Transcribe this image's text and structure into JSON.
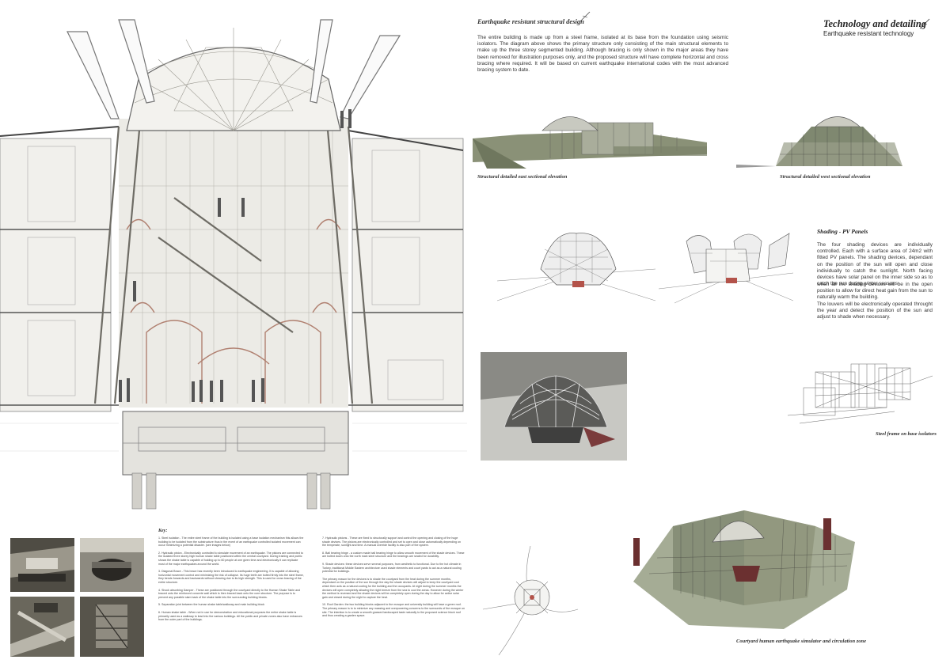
{
  "header": {
    "title": "Technology and detailing",
    "subtitle": "Earthquake resistant technology"
  },
  "structural": {
    "heading": "Earthquake resistant structural design",
    "text": "The entire building is made up from a steel frame, isolated at its base from the foundation using seismic isolators. The diagram above shows the primary structure only consisting of the main structural elements to make up the three storey segmented building. Although bracing is only shown in the major areas they have been removed for illustration purposes only, and the proposed structure will have complete horizontal and cross bracing where required. It will be based on current earthquake international codes with the most advanced bracing system to date."
  },
  "captions": {
    "east_elevation": "Structural detailed east sectional elevation",
    "west_elevation": "Structural detailed west sectional elevation",
    "steel_frame": "Steel frame on base isolators",
    "courtyard": "Courtyard human earthquake simulator and circulation zone"
  },
  "shading": {
    "heading": "Shading - PV Panels",
    "p1": "The four shading devices are individually controlled. Each with a surface area of 24m2 with fitted PV panels. The shading devices, dependant on the position of the sun will open and close individually to catch the sunlight. North facing devices have solar panel on the inner side so as to catch the sun during winter seasons",
    "p2": "when all the shading devices will be in the open position to allow for direct heat gain from the sun to naturally warm the building.",
    "p3": "The louvers will be electronically operated throught the year and detect the position of the sun and adjust to shade when necessary."
  },
  "key": {
    "title": "Key:",
    "col1": [
      "1. Steel isolation - The entire steel frame of the building is isolated using a base isolation mechanism this allows the building to be isolated from the substructure thus in the event of an earthquake controlled isolated movement can occur minimizing a potential disaster. (see images below)",
      "2. Hydraulic piston - Electronically controlled to simulate movement of an earthquake. The pistons are connected to the isolated three storey high human shake table positioned within the central courtyard. During training and public shows the shake table is capable of holding up to 60 people at one given time and electronically it can replicate most of the major earthquakes around the world.",
      "3. Diagonal Brace - This brace has recently been introduced to earthquake engineering. It is capable of allowing horizontal movement control and minimizing the risk of collapse. Its huge teeth are bolted firmly into the steel frame, they bends forwards and backwards without shearing due to its high strength. This is used for cross bracing of the entire structure.",
      "4. Shock absorbing Damper - These are positioned through the courtyard directly to the Human Shake Table and braced onto the reinforced concrete wall which is then braced back onto the core structure. The purpose is to prevent any possible slam back of the shake table into the surrounding building blocks.",
      "5. Separation joint between the human shake table/walkway and main building block",
      "6. Human shake table - When not in use for demonstration and educational purposes the entire shake table is primarily used as a walkway to lead into the various buildings. All the public and private zones also have entrances from the outer part of the buildings."
    ],
    "col2": [
      "7. Hydraulic pistons - These are fixed to structurally support and control the opening and closing of the huge shade devices. The pistons are electronically controlled and set to open and close automatically depending on the temperate, sunlight and time. A manual override facility is also part of the system.",
      "8. Ball bearing hinge - a custom made ball bearing hinge to allow smooth movement of the shade devices. These are bolted down onto the north main steel structure and the bearings are sealed for durability.",
      "9. Shade devices: these devices serve several purposes, from aesthetic to functional. Due to the hot climate in Turkey, traditional Middle Eastern architecture used shade elements and court yards to act as a natural cooling potential for buildings.",
      "The primary reason for the devices is to shade the courtyard from the heat during the summer months, dependant on the position of the sun through the day the shade devices will adjust to keep the courtyard cool which then acts as a natural cooling for the building and the occupants. At night during the summer months the devices will open completely allowing the night breeze from the sea to cool the areas. However during the winter the method is reversed and the shade devices will be completely open during the day to allow for active solar gain and closed during the night to capture the heat.",
      "10. Roof Garden: the two building blocks adjacent to the mosque and university building will have a green roof. The primary reason is to to minimize any massing and overpowering concerns to the surrounds of the mosque on site. The intention is to create a smooth grassed landscaped taste naturally to the proposed science block roof and thus creating a garden space."
    ]
  }
}
